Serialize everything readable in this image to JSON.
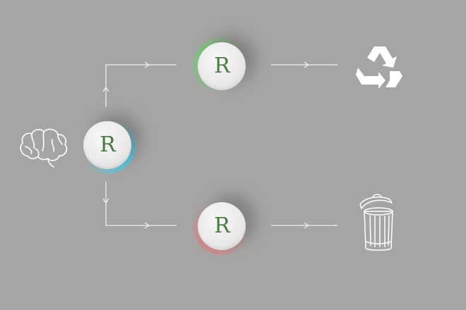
{
  "nodes": {
    "decision": {
      "label": "R",
      "glow": "#46d2f0"
    },
    "accept": {
      "label": "R",
      "glow": "#5fdc5f"
    },
    "reject": {
      "label": "R",
      "glow": "#eb6e6e"
    }
  },
  "icons": {
    "input": "brain-icon",
    "accept_output": "recycle-icon",
    "reject_output": "trash-can-icon"
  },
  "colors": {
    "background": "#a6a5a4",
    "line": "#ffffff",
    "knob_text": "#4a7a45"
  }
}
